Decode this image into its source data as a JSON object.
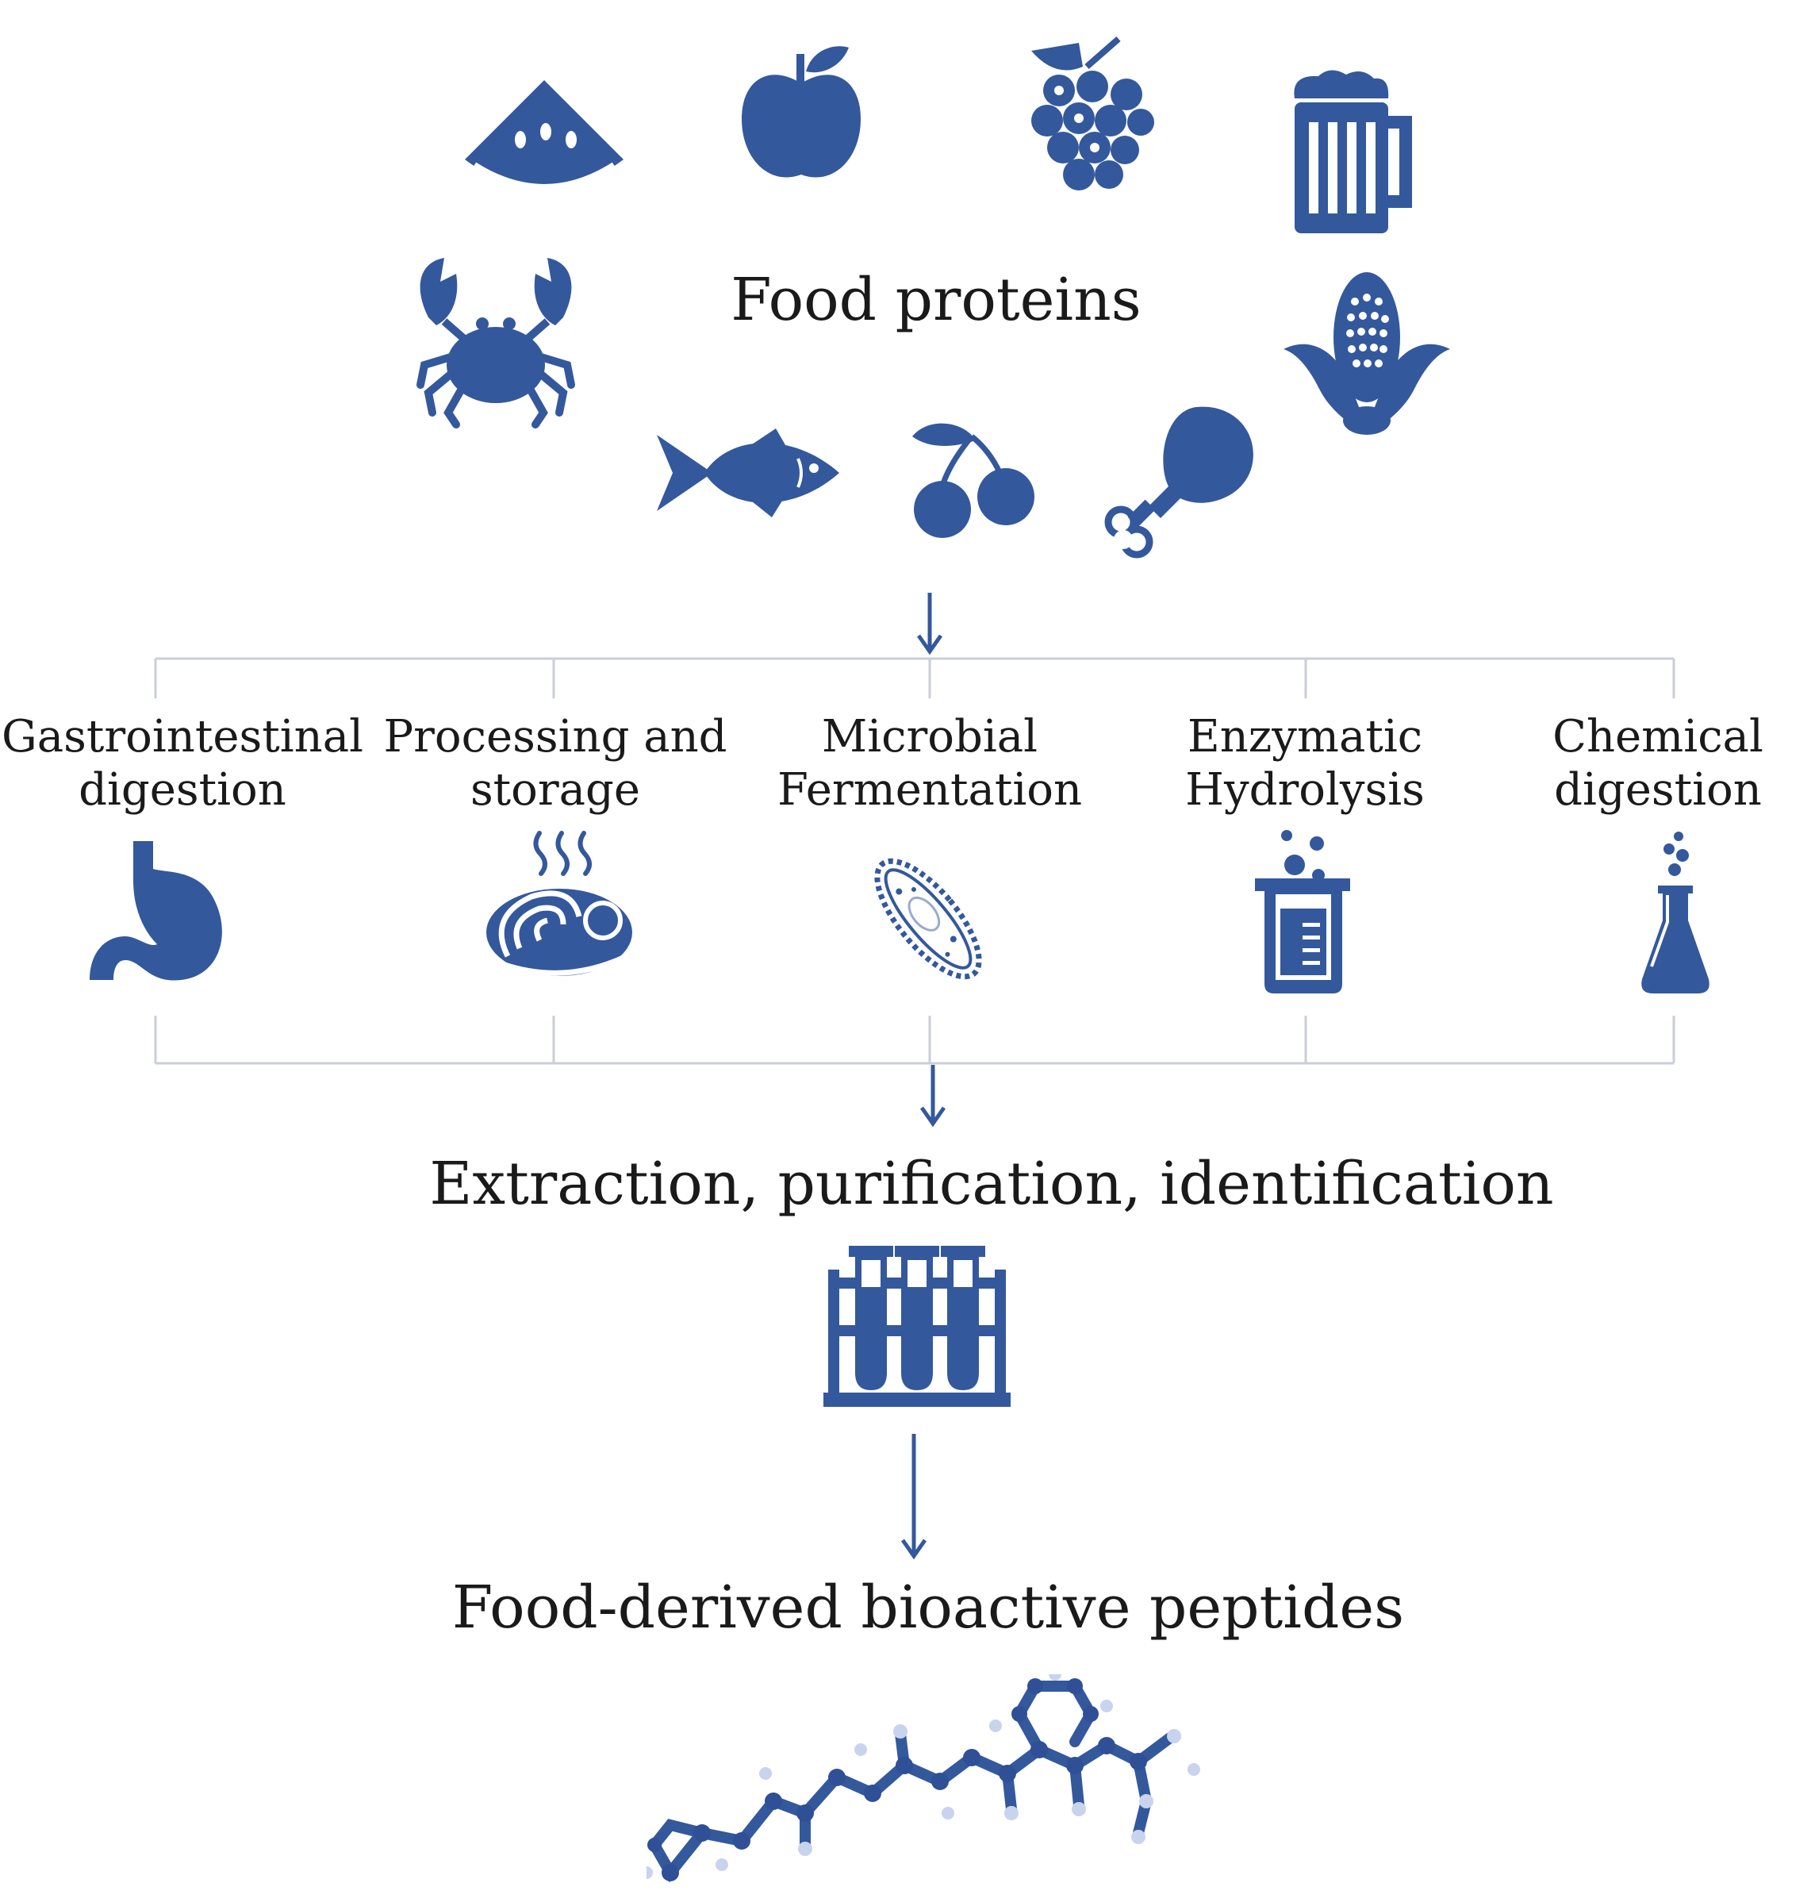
{
  "diagram": {
    "source": {
      "label": "Food proteins",
      "icons": [
        "watermelon-icon",
        "apple-icon",
        "grapes-icon",
        "beer-mug-icon",
        "crab-icon",
        "corn-icon",
        "fish-icon",
        "cherries-icon",
        "chicken-leg-icon"
      ]
    },
    "methods": [
      {
        "label_line1": "Gastrointestinal",
        "label_line2": "digestion",
        "icon": "stomach-icon"
      },
      {
        "label_line1": "Processing and",
        "label_line2": "storage",
        "icon": "hot-dish-icon"
      },
      {
        "label_line1": "Microbial",
        "label_line2": "Fermentation",
        "icon": "bacterium-icon"
      },
      {
        "label_line1": "Enzymatic",
        "label_line2": "Hydrolysis",
        "icon": "beaker-icon"
      },
      {
        "label_line1": "Chemical",
        "label_line2": "digestion",
        "icon": "flask-icon"
      }
    ],
    "process": {
      "label": "Extraction, purification, identification",
      "icon": "test-tube-rack-icon"
    },
    "result": {
      "label": "Food-derived bioactive peptides",
      "icon": "peptide-molecule-icon"
    },
    "colors": {
      "icon": "#34589c",
      "connector": "#c9ced9",
      "arrow": "#34589c",
      "text": "#1a1a1a"
    }
  }
}
